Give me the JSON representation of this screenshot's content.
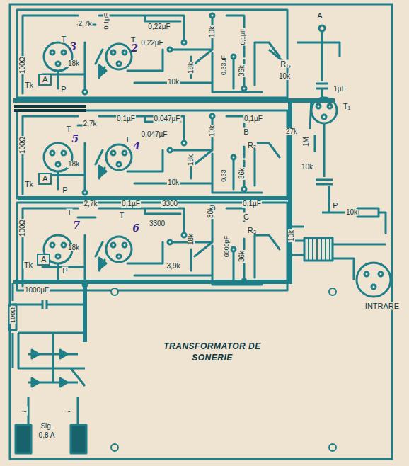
{
  "diagram": {
    "nodes": [
      {
        "text": [
          "A"
        ]
      },
      {
        "text": [
          "A"
        ]
      },
      {
        "text": [
          "A"
        ]
      }
    ],
    "labels": [
      "100Ω",
      "T",
      "3",
      "2,7k",
      "0,1µF",
      "0,22µF",
      "T",
      "2",
      "0,22µF",
      "10k",
      "18k",
      "10k",
      "0,33µF",
      "0,1µF",
      "36k",
      "18k",
      "Tk",
      "P",
      "A",
      "R₁",
      "10k",
      "1µF",
      "27k",
      "T₁",
      "1M",
      "10k",
      "P",
      "10k",
      "10k",
      "INTRARE",
      "100Ω",
      "T",
      "5",
      "2,7k",
      "0,1µF",
      "0,047µF",
      "T",
      "4",
      "0,047µF",
      "10k",
      "18k",
      "10k",
      "0,33",
      "0,1µF",
      "B",
      "R₂",
      "36k",
      "18k",
      "Tk",
      "P",
      "100Ω",
      "T",
      "7",
      "2,7k",
      "0,1µF",
      "3300",
      "T",
      "6",
      "3300",
      "30k",
      "18k",
      "6800pF",
      "3,9k",
      "0,1µF",
      "C",
      "R₃",
      "36k",
      "18k",
      "Tk",
      "P",
      "100Ω",
      "1000µF",
      "~",
      "~",
      "Sig.",
      "0,8 A",
      "TRANSFORMATOR DE SONERIE"
    ]
  }
}
